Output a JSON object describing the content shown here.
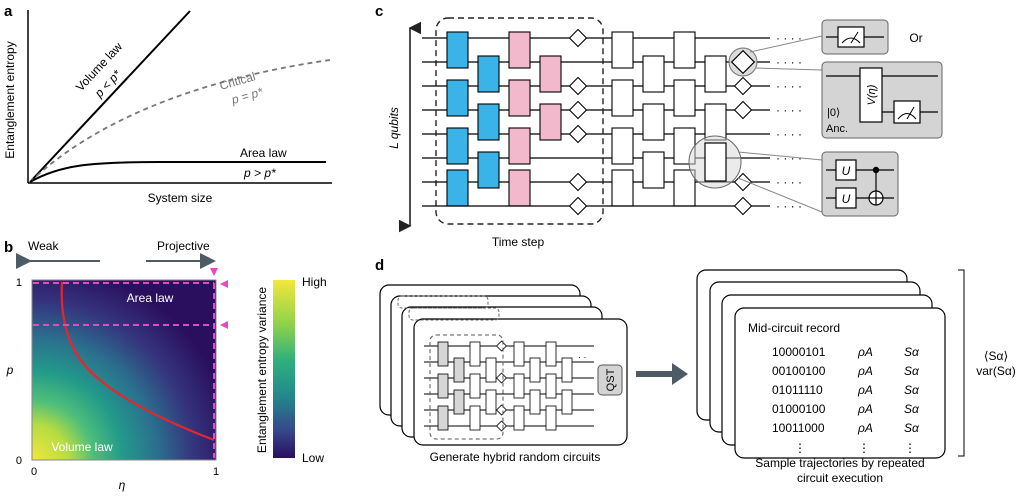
{
  "panel_a": {
    "label": "a",
    "ylabel": "Entanglement entropy",
    "xlabel": "System size",
    "volume_law": "Volume law",
    "volume_cond": "p < p*",
    "critical": "Critical",
    "critical_cond": "p = p*",
    "area_law": "Area law",
    "area_cond": "p > p*"
  },
  "panel_b": {
    "label": "b",
    "weak": "Weak",
    "projective": "Projective",
    "ylabel": "p",
    "xlabel": "η",
    "tick_y1": "1",
    "tick_y0": "0",
    "tick_x0": "0",
    "tick_x1": "1",
    "area_law": "Area law",
    "volume_law": "Volume law",
    "colorbar_label": "Entanglement entropy variance",
    "colorbar_high": "High",
    "colorbar_low": "Low",
    "colors": {
      "high": "#f1e83c",
      "mid": "#3fb38a",
      "low": "#2a0f5e",
      "critical_line": "#e8262a",
      "marker": "#e44bc0"
    }
  },
  "panel_c": {
    "label": "c",
    "lqubits": "L qubits",
    "time_step": "Time step",
    "or": "Or",
    "ket0": "|0⟩",
    "anc": "Anc.",
    "v_eta": "V(η)",
    "u1": "U",
    "u2": "U",
    "colors": {
      "blue": "#3ab4e8",
      "pink": "#f2b8cc"
    }
  },
  "panel_d": {
    "label": "d",
    "generate": "Generate hybrid random circuits",
    "qst": "QST",
    "record_title": "Mid-circuit record",
    "records": [
      {
        "bits": "10000101",
        "rho": "ρA",
        "s": "Sα"
      },
      {
        "bits": "00100100",
        "rho": "ρA",
        "s": "Sα"
      },
      {
        "bits": "01011110",
        "rho": "ρA",
        "s": "Sα"
      },
      {
        "bits": "01000100",
        "rho": "ρA",
        "s": "Sα"
      },
      {
        "bits": "10011000",
        "rho": "ρA",
        "s": "Sα"
      }
    ],
    "dots": "⋮",
    "sample_line1": "Sample trajectories by repeated",
    "sample_line2": "circuit execution",
    "mean_s": "⟨Sα⟩",
    "var_s": "var(Sα)"
  }
}
